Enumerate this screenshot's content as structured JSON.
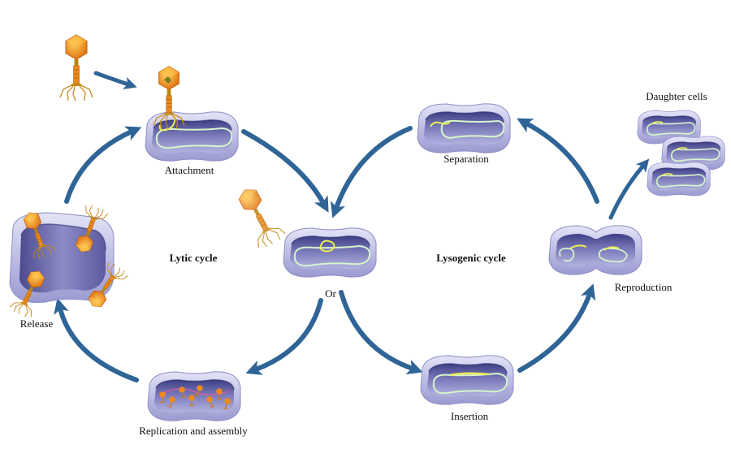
{
  "labels": {
    "attachment": "Attachment",
    "lytic_cycle": "Lytic cycle",
    "release": "Release",
    "replication": "Replication and assembly",
    "or": "Or",
    "lysogenic_cycle": "Lysogenic cycle",
    "insertion": "Insertion",
    "reproduction": "Reproduction",
    "separation": "Separation",
    "daughter_cells": "Daughter cells"
  },
  "colors": {
    "arrow": "#2f6497",
    "cell_outer": "#c6c6ea",
    "cell_inner": "#4a4a92",
    "dna_circular": "#d8f4d0",
    "dna_phage": "#e8e85a",
    "phage_head": "#f0961e",
    "phage_tail": "#d9781a"
  },
  "icons": [
    "bacteriophage-icon",
    "bacterium-cell-icon",
    "cycle-arrow-icon"
  ]
}
